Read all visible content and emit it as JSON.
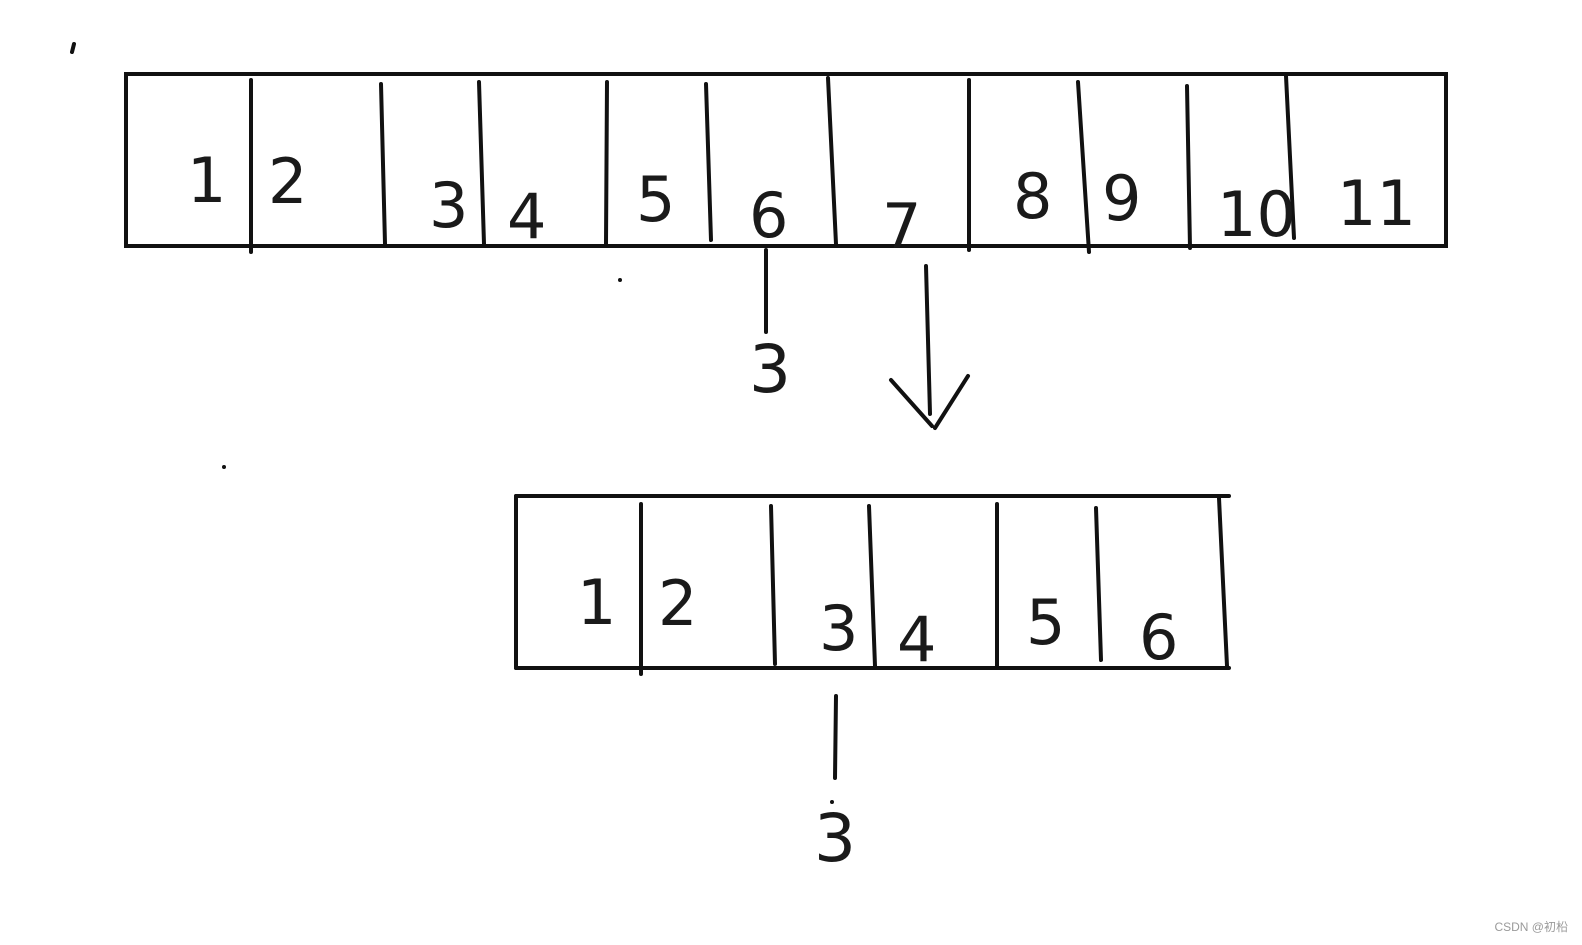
{
  "top_array": {
    "cells": [
      "1",
      "2",
      "3",
      "4",
      "5",
      "6",
      "7",
      "8",
      "9",
      "10",
      "11"
    ],
    "pointer_value": "3"
  },
  "bottom_array": {
    "cells": [
      "1",
      "2",
      "3",
      "4",
      "5",
      "6"
    ],
    "pointer_value": "3"
  },
  "watermark": "CSDN @初柗"
}
